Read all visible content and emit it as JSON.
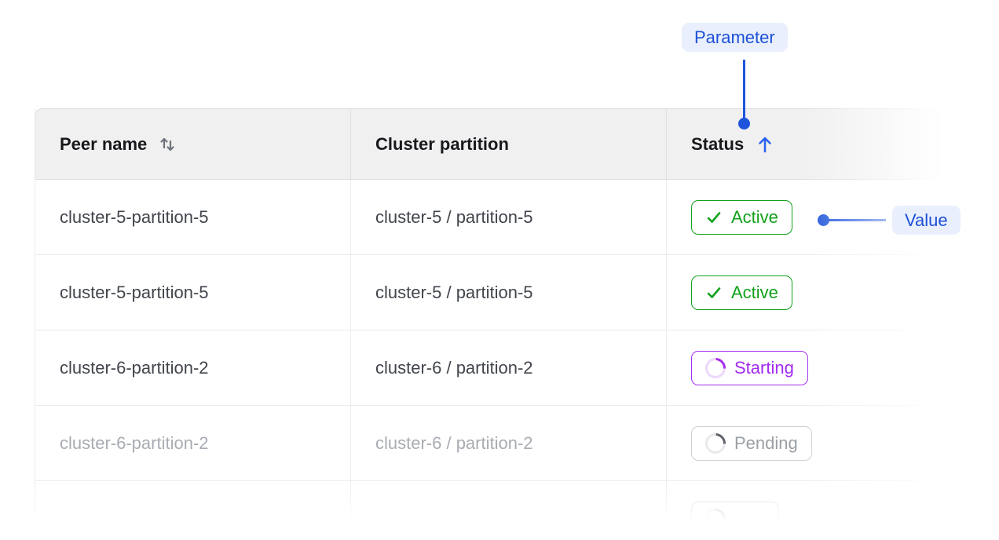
{
  "annotations": {
    "parameter_label": "Parameter",
    "value_label": "Value",
    "accent_color": "#1e54db",
    "pill_background": "#e9effc"
  },
  "table": {
    "columns": [
      {
        "label": "Peer name",
        "sort_icon": "up-down",
        "sort_state": "sortable"
      },
      {
        "label": "Cluster partition",
        "sort_icon": "none",
        "sort_state": "none"
      },
      {
        "label": "Status",
        "sort_icon": "up",
        "sort_state": "ascending"
      }
    ],
    "rows": [
      {
        "peer": "cluster-5-partition-5",
        "partition": "cluster-5 / partition-5",
        "status": {
          "label": "Active",
          "type": "active"
        }
      },
      {
        "peer": "cluster-5-partition-5",
        "partition": "cluster-5 / partition-5",
        "status": {
          "label": "Active",
          "type": "active"
        }
      },
      {
        "peer": "cluster-6-partition-2",
        "partition": "cluster-6 / partition-2",
        "status": {
          "label": "Starting",
          "type": "starting"
        }
      },
      {
        "peer": "cluster-6-partition-2",
        "partition": "cluster-6 / partition-2",
        "status": {
          "label": "Pending",
          "type": "pending"
        }
      },
      {
        "peer": "",
        "partition": "",
        "status": {
          "label": "",
          "type": "partial"
        }
      }
    ],
    "status_colors": {
      "active": "#12a11b",
      "starting": "#a32bee",
      "pending": "#9aa0a6"
    },
    "header_background": "#f0f0f1"
  }
}
